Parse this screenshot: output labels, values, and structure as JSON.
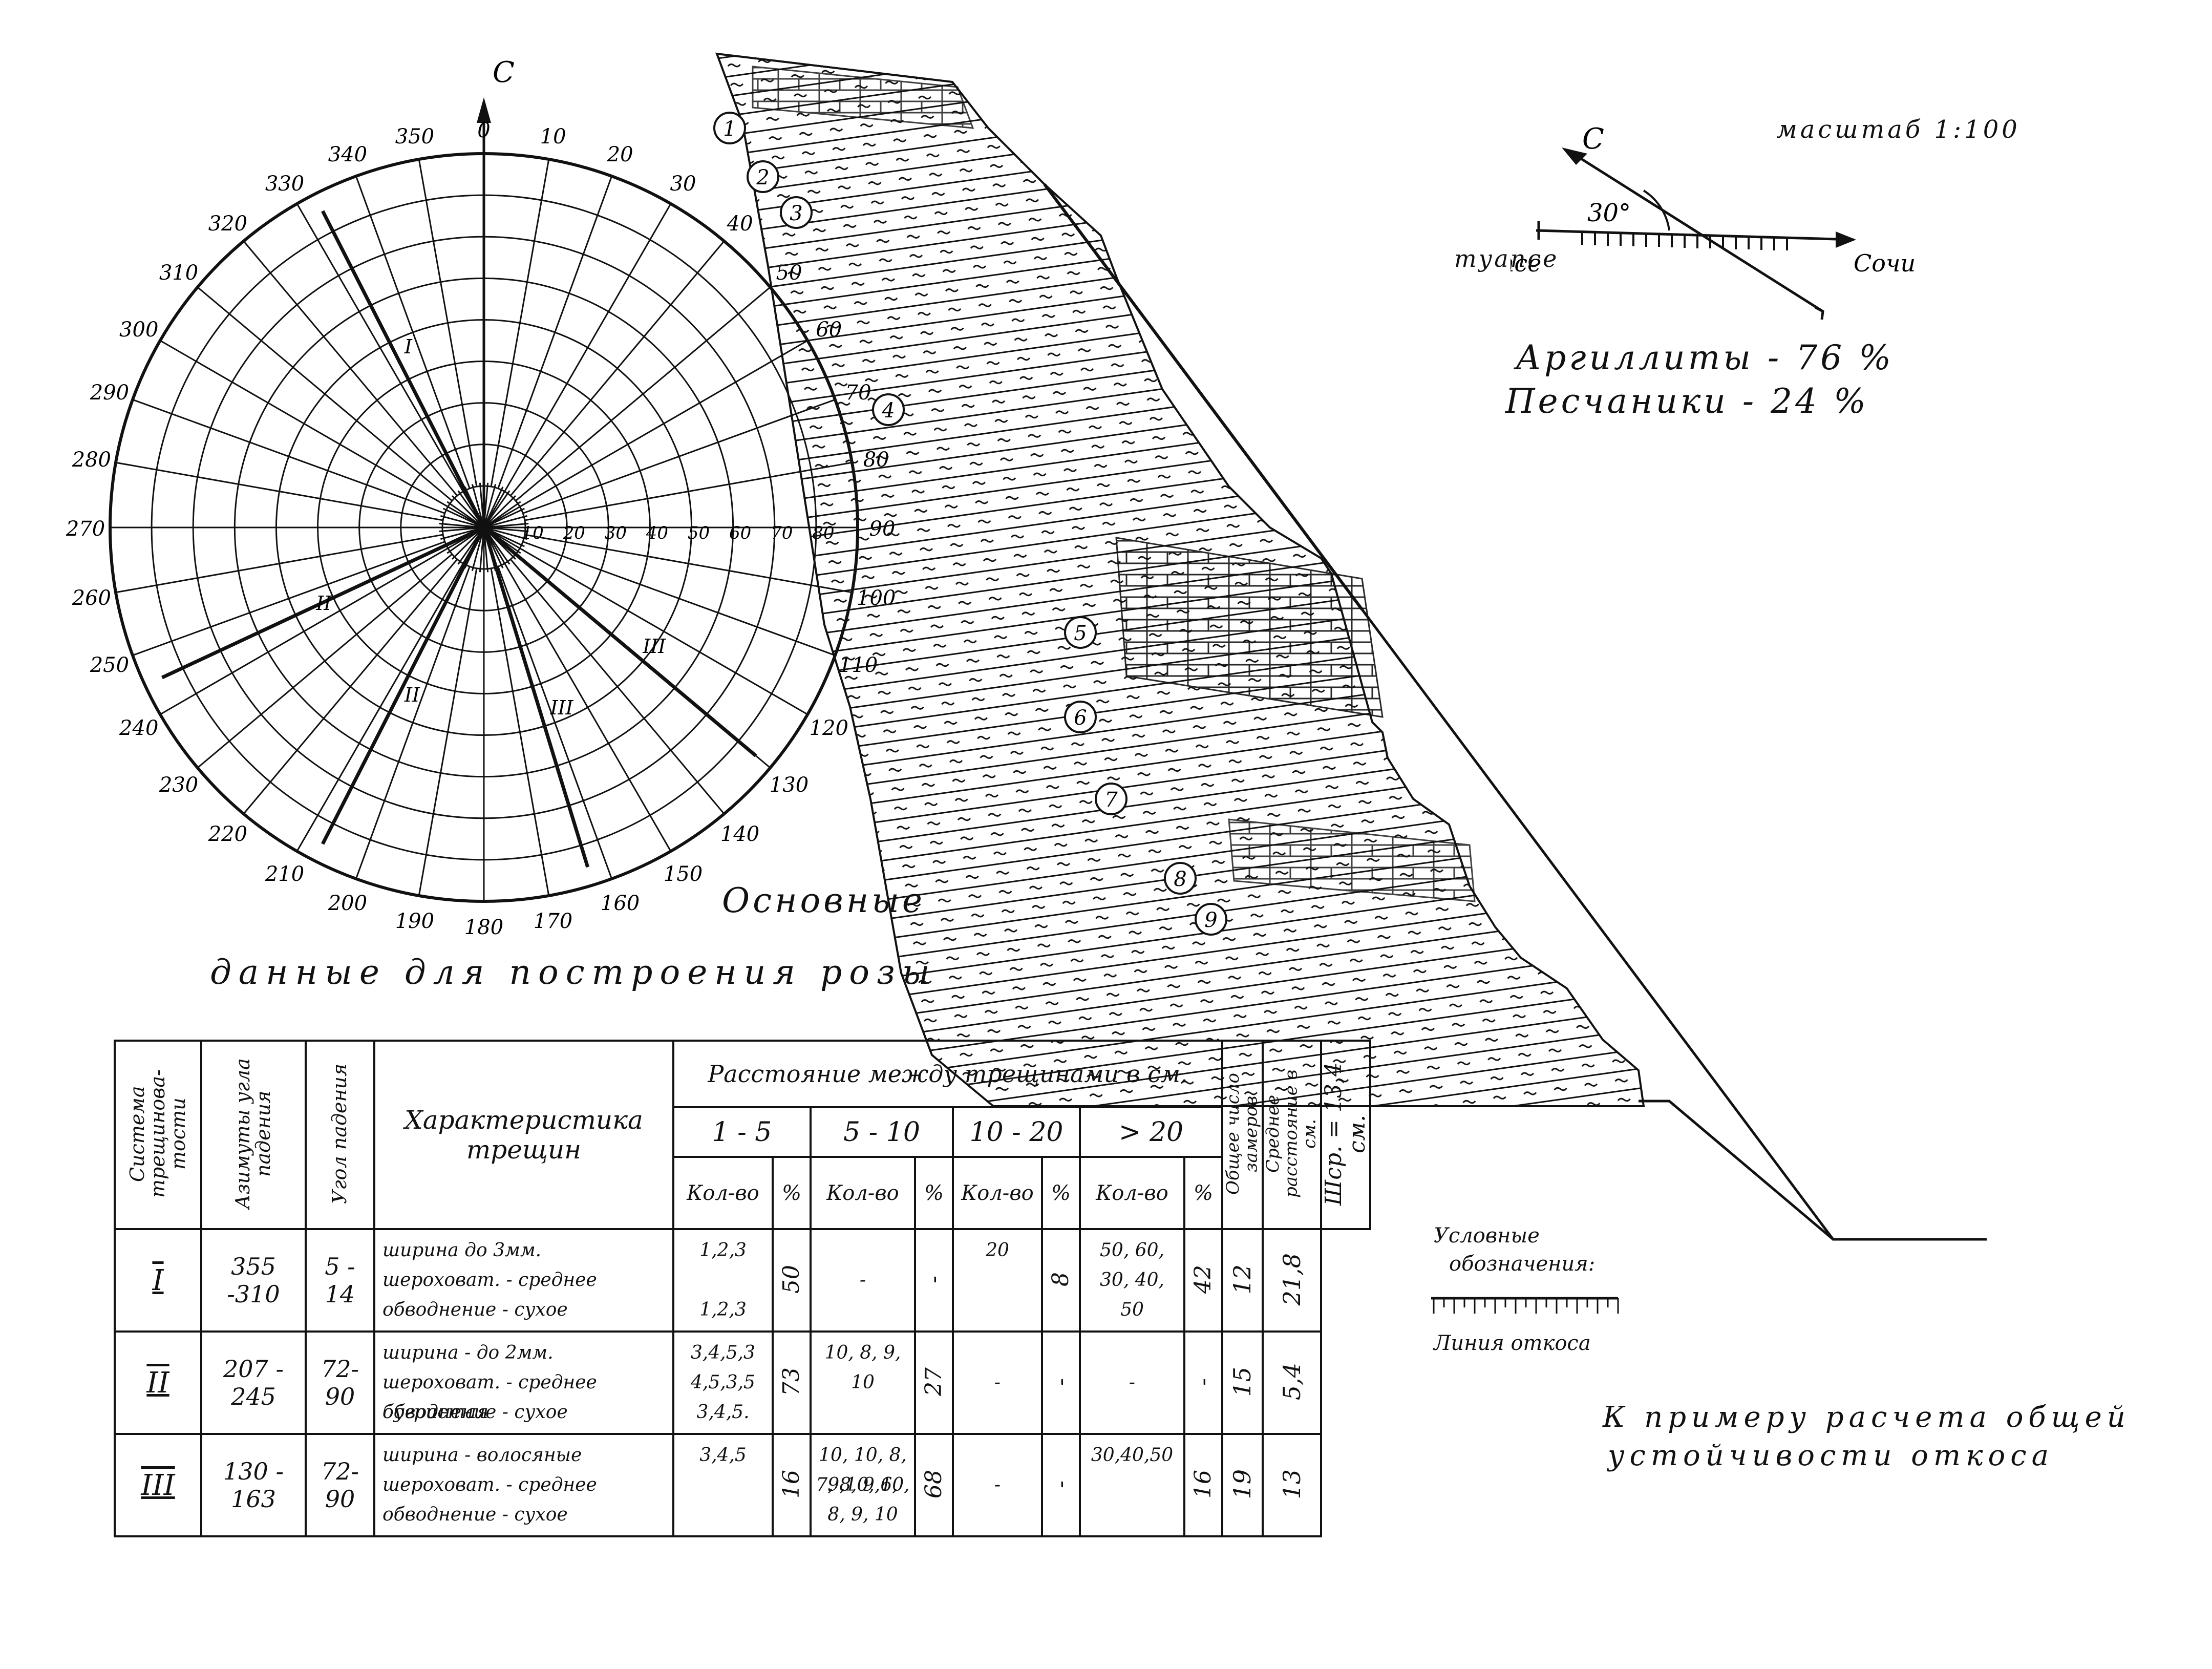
{
  "rose": {
    "north": "С",
    "azimuth_labels": [
      "0",
      "10",
      "20",
      "30",
      "40",
      "50",
      "60",
      "70",
      "80",
      "90",
      "100",
      "110",
      "120",
      "130",
      "140",
      "150",
      "160",
      "170",
      "180",
      "190",
      "200",
      "210",
      "220",
      "230",
      "240",
      "250",
      "260",
      "270",
      "280",
      "290",
      "300",
      "310",
      "320",
      "330",
      "340",
      "350"
    ],
    "dip_labels": [
      "10",
      "20",
      "30",
      "40",
      "50",
      "60",
      "70",
      "80"
    ],
    "caption_line1": "Основные",
    "caption_line2": "данные для построения розы",
    "systems": [
      {
        "label": "I",
        "azimuth": 333
      },
      {
        "label": "II",
        "azimuth": 245
      },
      {
        "label": "II",
        "azimuth": 207
      },
      {
        "label": "III",
        "azimuth": 130
      },
      {
        "label": "III",
        "azimuth": 163
      }
    ]
  },
  "scale_text": "масштаб 1:100",
  "orientation": {
    "north": "С",
    "angle": "30°",
    "west": "туапсе",
    "east": "Сочи"
  },
  "lithology": {
    "line1": "Аргиллиты - 76 %",
    "line2": "Песчаники - 24 %"
  },
  "layers": [
    "1",
    "2",
    "3",
    "4",
    "5",
    "6",
    "7",
    "8",
    "9"
  ],
  "legend": {
    "title_line1": "Условные",
    "title_line2": "обозначения:",
    "item": "Линия откоса"
  },
  "note": {
    "line1": "К примеру расчета общей",
    "line2": "устойчивости откоса"
  },
  "table": {
    "headers": {
      "system": "Система трещинова-тости",
      "azimuth": "Азимуты угла падения",
      "angle": "Угол падения",
      "character": "Характеристика трещин",
      "distance": "Расстояние между трещинами в см.",
      "ranges": [
        "1 - 5",
        "5 - 10",
        "10 - 20",
        "> 20"
      ],
      "qty": "Кол-во",
      "pct": "%",
      "total": "Общее число замеров",
      "avg": "Среднее расстояние в см."
    },
    "rows": [
      {
        "system": "I",
        "azimuth": "355 -310",
        "angle": "5 - 14",
        "character": [
          "ширина до 3мм.",
          "шероховат. - среднее",
          "обводнение - сухое"
        ],
        "r1_qty": [
          "1,2,3",
          "",
          "1,2,3"
        ],
        "r1_pct": "50",
        "r2_qty": [
          "",
          "-",
          ""
        ],
        "r2_pct": "-",
        "r3_qty": [
          "20",
          "",
          ""
        ],
        "r3_pct": "8",
        "r4_qty": [
          "50, 60,",
          "30, 40,",
          "50"
        ],
        "r4_pct": "42",
        "total": "12",
        "avg": "21,8"
      },
      {
        "system": "II",
        "azimuth": "207 - 245",
        "angle": "72-90",
        "character": [
          "ширина - до 2мм.",
          "шероховат. - среднее бугристая",
          "обводнение - сухое"
        ],
        "r1_qty": [
          "3,4,5,3",
          "4,5,3,5",
          "3,4,5."
        ],
        "r1_pct": "73",
        "r2_qty": [
          "10, 8, 9,",
          "10",
          ""
        ],
        "r2_pct": "27",
        "r3_qty": [
          "",
          "-",
          ""
        ],
        "r3_pct": "-",
        "r4_qty": [
          "",
          "-",
          ""
        ],
        "r4_pct": "-",
        "total": "15",
        "avg": "5,4"
      },
      {
        "system": "III",
        "azimuth": "130 - 163",
        "angle": "72-90",
        "character": [
          "ширина - волосяные",
          "шероховат. - среднее",
          "обводнение - сухое"
        ],
        "r1_qty": [
          "3,4,5",
          "",
          ""
        ],
        "r1_pct": "16",
        "r2_qty": [
          "10, 10, 8, 9,10, 6,",
          "7, 8, 9,10,",
          "8, 9, 10"
        ],
        "r2_pct": "68",
        "r3_qty": [
          "",
          "-",
          ""
        ],
        "r3_pct": "-",
        "r4_qty": [
          "30,40,50",
          "",
          ""
        ],
        "r4_pct": "16",
        "total": "19",
        "avg": "13"
      }
    ],
    "overall_avg": "Шср. = 13,4 см."
  }
}
